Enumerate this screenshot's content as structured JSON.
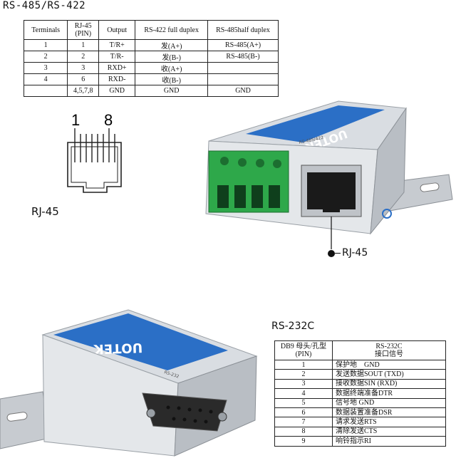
{
  "rs485_title": "RS-485/RS-422",
  "rs485_table": {
    "headers": [
      "Terminals",
      "RJ-45\n(PIN)",
      "Output",
      "RS-422 full duplex",
      "RS-485half duplex"
    ],
    "rows": [
      [
        "1",
        "1",
        "T/R+",
        "发(A+)",
        "RS-485(A+)"
      ],
      [
        "2",
        "2",
        "T/R-",
        "发(B-)",
        "RS-485(B-)"
      ],
      [
        "3",
        "3",
        "RXD+",
        "收(A+)",
        ""
      ],
      [
        "4",
        "6",
        "RXD-",
        "收(B-)",
        ""
      ],
      [
        "",
        "4,5,7,8",
        "GND",
        "GND",
        "GND"
      ]
    ]
  },
  "rj45_diagram": {
    "pin_first": "1",
    "pin_last": "8",
    "caption": "RJ-45"
  },
  "device_top": {
    "brand": "UOTEK",
    "port_caption": "RJ-45",
    "model_text": "RS-485/422"
  },
  "device_bottom": {
    "brand": "UOTEK",
    "model_text": "RS-232"
  },
  "rs232_title": "RS-232C",
  "rs232_table": {
    "headers": [
      "DB9 母头/孔型\n(PIN)",
      "RS-232C\n接口信号"
    ],
    "rows": [
      [
        "1",
        "保护地　GND"
      ],
      [
        "2",
        "发送数据SOUT (TXD)"
      ],
      [
        "3",
        "接收数据SIN (RXD)"
      ],
      [
        "4",
        "数据终端准备DTR"
      ],
      [
        "5",
        "信号地 GND"
      ],
      [
        "6",
        "数据装置准备DSR"
      ],
      [
        "7",
        "请求发送RTS"
      ],
      [
        "8",
        "清除发送CTS"
      ],
      [
        "9",
        "响铃指示RI"
      ]
    ]
  },
  "colors": {
    "terminal_green": "#2ea84a",
    "panel_blue": "#1f6fc4",
    "metal": "#c9ccd1"
  }
}
